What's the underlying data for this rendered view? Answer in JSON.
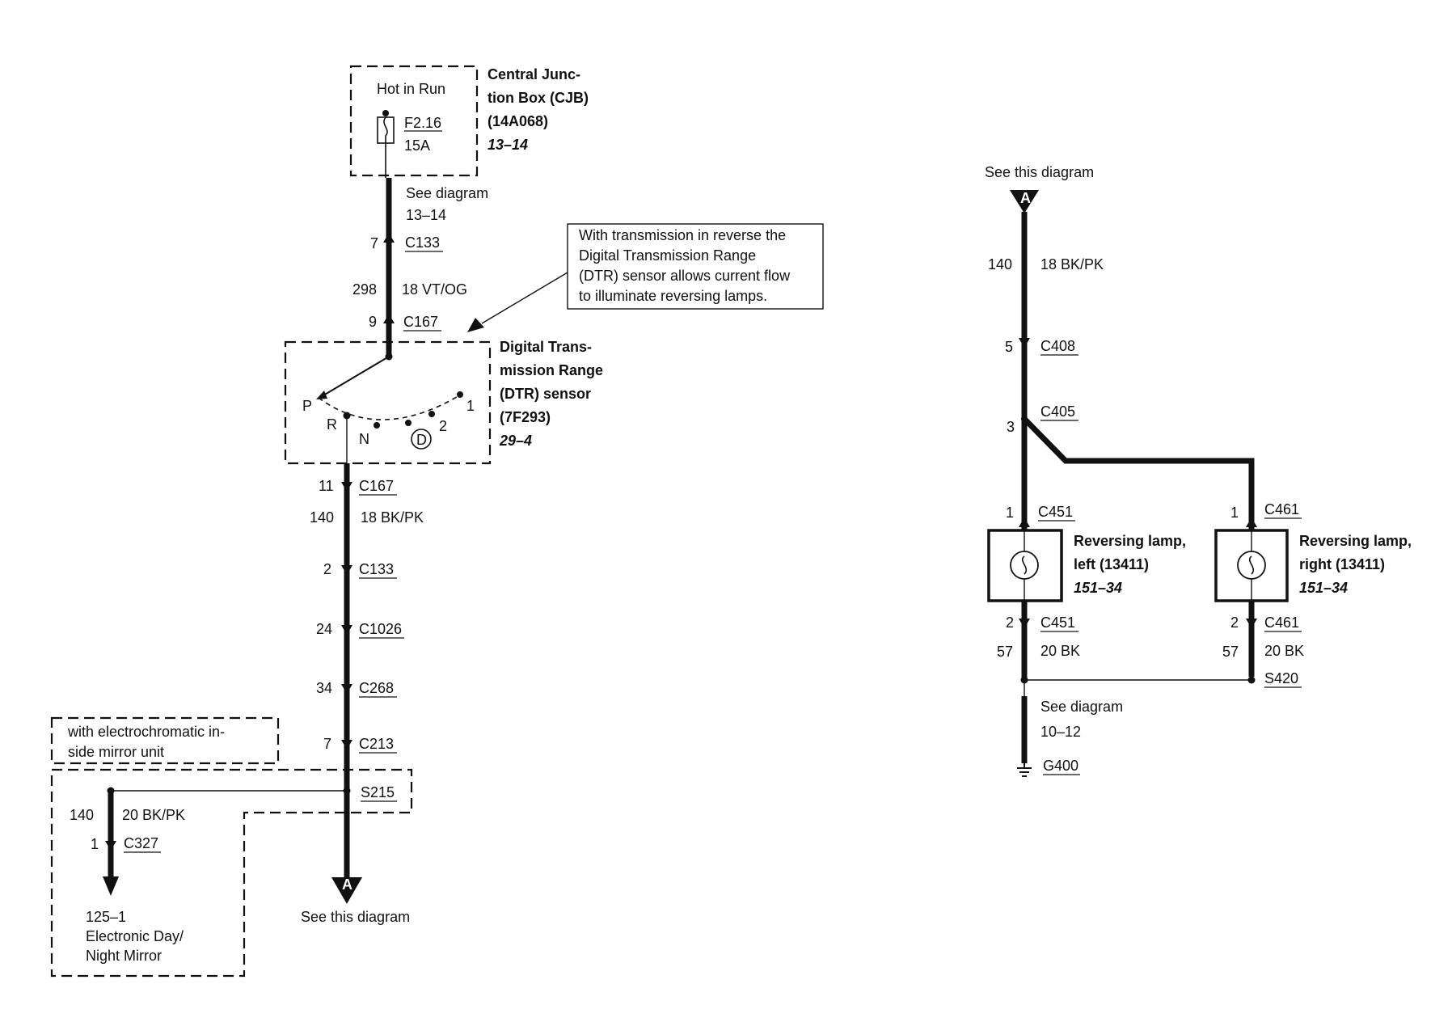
{
  "left_circuit": {
    "cjb": {
      "hot": "Hot in Run",
      "fuse_id": "F2.16",
      "fuse_rating": "15A",
      "name_l1": "Central Junc-",
      "name_l2": "tion Box (CJB)",
      "part": "(14A068)",
      "ref": "13–14"
    },
    "see_diagram": "See diagram",
    "see_diagram_ref": "13–14",
    "c133_top": {
      "pin": "7",
      "id": "C133"
    },
    "wire_298": {
      "circuit": "298",
      "gauge_color": "18 VT/OG"
    },
    "c167_top": {
      "pin": "9",
      "id": "C167"
    },
    "note": {
      "l1": "With transmission in reverse the",
      "l2": "Digital Transmission Range",
      "l3": "(DTR) sensor allows current flow",
      "l4": "to illuminate reversing lamps."
    },
    "dtr": {
      "l1": "Digital Trans-",
      "l2": "mission Range",
      "l3": "(DTR) sensor",
      "l4": "(7F293)",
      "ref": "29–4",
      "pos_p": "P",
      "pos_r": "R",
      "pos_n": "N",
      "pos_d": "D",
      "pos_2": "2",
      "pos_1": "1"
    },
    "c167_bottom": {
      "pin": "11",
      "id": "C167"
    },
    "wire_140": {
      "circuit": "140",
      "gauge_color": "18 BK/PK"
    },
    "c133_bottom": {
      "pin": "2",
      "id": "C133"
    },
    "c1026": {
      "pin": "24",
      "id": "C1026"
    },
    "c268": {
      "pin": "34",
      "id": "C268"
    },
    "c213": {
      "pin": "7",
      "id": "C213"
    },
    "option_note": {
      "l1": "with electrochromatic in-",
      "l2": "side mirror unit"
    },
    "s215": "S215",
    "mirror_wire": {
      "circuit": "140",
      "gauge_color": "20 BK/PK"
    },
    "c327": {
      "pin": "1",
      "id": "C327"
    },
    "mirror_dest": {
      "ref": "125–1",
      "l1": "Electronic Day/",
      "l2": "Night Mirror"
    },
    "off_page_letter": "A",
    "see_this": "See this diagram"
  },
  "right_circuit": {
    "see_this": "See this diagram",
    "off_page_letter": "A",
    "wire_140": {
      "circuit": "140",
      "gauge_color": "18 BK/PK"
    },
    "c408": {
      "pin": "5",
      "id": "C408"
    },
    "c405": {
      "pin": "3",
      "id": "C405"
    },
    "lamp_left": {
      "top": {
        "pin": "1",
        "id": "C451"
      },
      "l1": "Reversing lamp,",
      "l2": "left (13411)",
      "ref": "151–34",
      "bottom": {
        "pin": "2",
        "id": "C451"
      },
      "wire": {
        "circuit": "57",
        "gauge_color": "20 BK"
      }
    },
    "lamp_right": {
      "top": {
        "pin": "1",
        "id": "C461"
      },
      "l1": "Reversing lamp,",
      "l2": "right (13411)",
      "ref": "151–34",
      "bottom": {
        "pin": "2",
        "id": "C461"
      },
      "wire": {
        "circuit": "57",
        "gauge_color": "20 BK"
      }
    },
    "s420": "S420",
    "see_diagram": "See diagram",
    "see_diagram_ref": "10–12",
    "ground": "G400"
  }
}
